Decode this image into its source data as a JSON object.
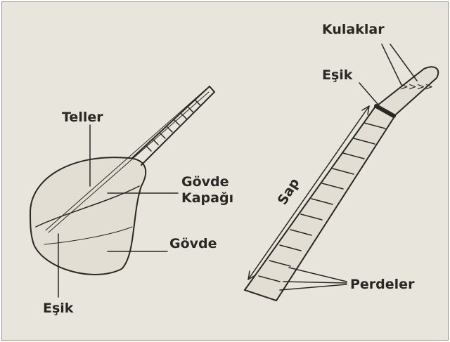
{
  "diagram": {
    "left_instrument": {
      "labels": {
        "strings": "Teller",
        "body_cover_line1": "Gövde",
        "body_cover_line2": "Kapağı",
        "body": "Gövde",
        "bridge": "Eşik"
      }
    },
    "right_neck": {
      "labels": {
        "pegs": "Kulaklar",
        "nut": "Eşik",
        "neck": "Sap",
        "frets": "Perdeler"
      }
    },
    "colors": {
      "paper": "#e8e5dc",
      "ink": "#2a2824"
    }
  }
}
